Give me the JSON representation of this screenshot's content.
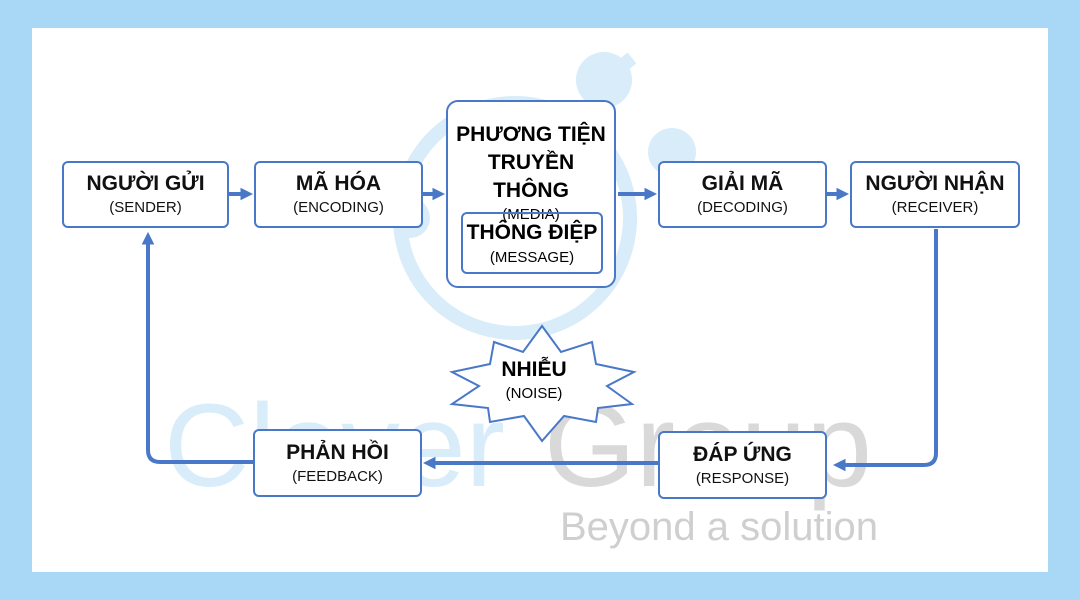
{
  "watermark": {
    "brand_light": "Clover",
    "brand_dark": "Group",
    "tagline": "Beyond a solution"
  },
  "nodes": {
    "sender": {
      "title": "NGƯỜI GỬI",
      "sub": "(SENDER)"
    },
    "encoding": {
      "title": "MÃ HÓA",
      "sub": "(ENCODING)"
    },
    "media": {
      "title_line1": "PHƯƠNG TIỆN",
      "title_line2": "TRUYỀN THÔNG",
      "sub": "(MEDIA)"
    },
    "message": {
      "title": "THÔNG ĐIỆP",
      "sub": "(MESSAGE)"
    },
    "decoding": {
      "title": "GIẢI MÃ",
      "sub": "(DECODING)"
    },
    "receiver": {
      "title": "NGƯỜI NHẬN",
      "sub": "(RECEIVER)"
    },
    "response": {
      "title": "ĐÁP ỨNG",
      "sub": "(RESPONSE)"
    },
    "feedback": {
      "title": "PHẢN HỒI",
      "sub": "(FEEDBACK)"
    },
    "noise": {
      "title": "NHIỄU",
      "sub": "(NOISE)"
    }
  },
  "colors": {
    "background": "#a8d8f5",
    "card": "#ffffff",
    "accent": "#4a78c8",
    "watermark_blue": "#d8ecfa",
    "watermark_gray": "#cfcfcf"
  }
}
